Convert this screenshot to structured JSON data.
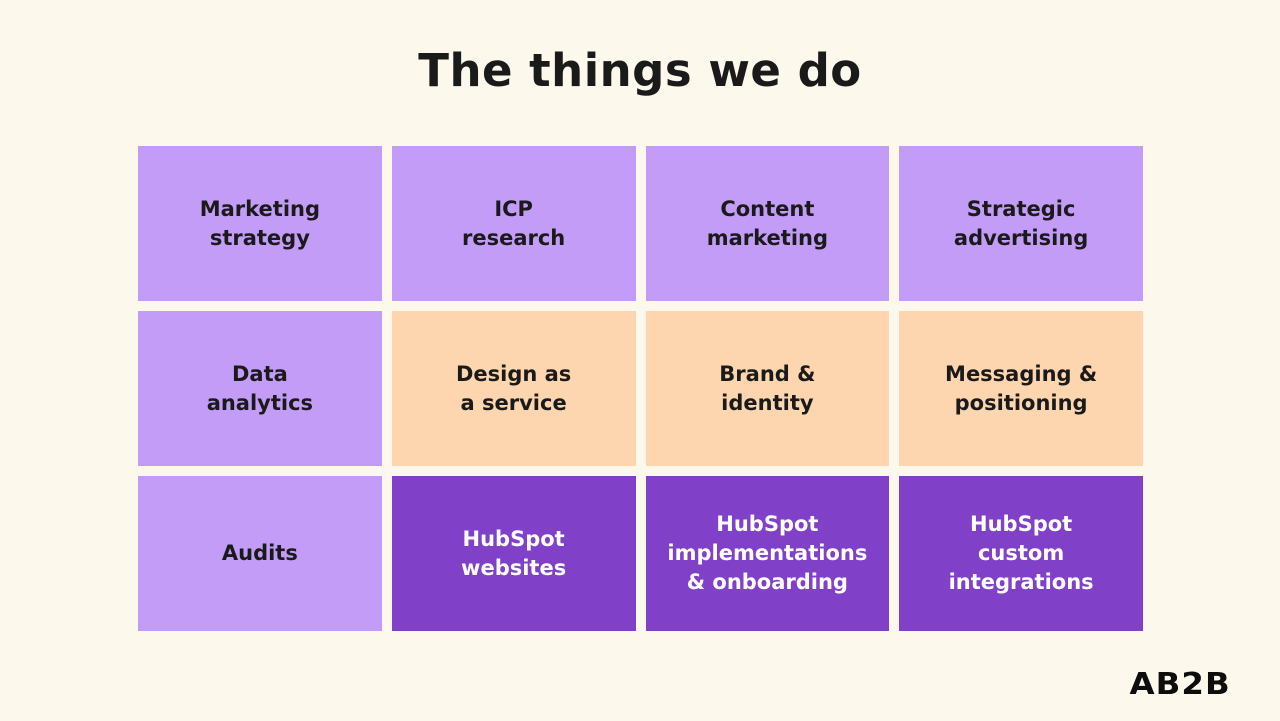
{
  "slide": {
    "title": "The things we do",
    "logo": "AB2B"
  },
  "colors": {
    "background": "#FDF8EC",
    "light_purple": "#C29CF7",
    "peach": "#FDD6B0",
    "dark_purple": "#8040C8",
    "text_dark": "#1A1A1A",
    "text_light": "#FFFFFF"
  },
  "tiles": [
    {
      "label": "Marketing\nstrategy",
      "variant": "light-purple"
    },
    {
      "label": "ICP\nresearch",
      "variant": "light-purple"
    },
    {
      "label": "Content\nmarketing",
      "variant": "light-purple"
    },
    {
      "label": "Strategic\nadvertising",
      "variant": "light-purple"
    },
    {
      "label": "Data\nanalytics",
      "variant": "light-purple"
    },
    {
      "label": "Design as\na service",
      "variant": "peach"
    },
    {
      "label": "Brand &\nidentity",
      "variant": "peach"
    },
    {
      "label": "Messaging &\npositioning",
      "variant": "peach"
    },
    {
      "label": "Audits",
      "variant": "light-purple"
    },
    {
      "label": "HubSpot\nwebsites",
      "variant": "dark-purple"
    },
    {
      "label": "HubSpot\nimplementations\n& onboarding",
      "variant": "dark-purple"
    },
    {
      "label": "HubSpot\ncustom\nintegrations",
      "variant": "dark-purple"
    }
  ]
}
